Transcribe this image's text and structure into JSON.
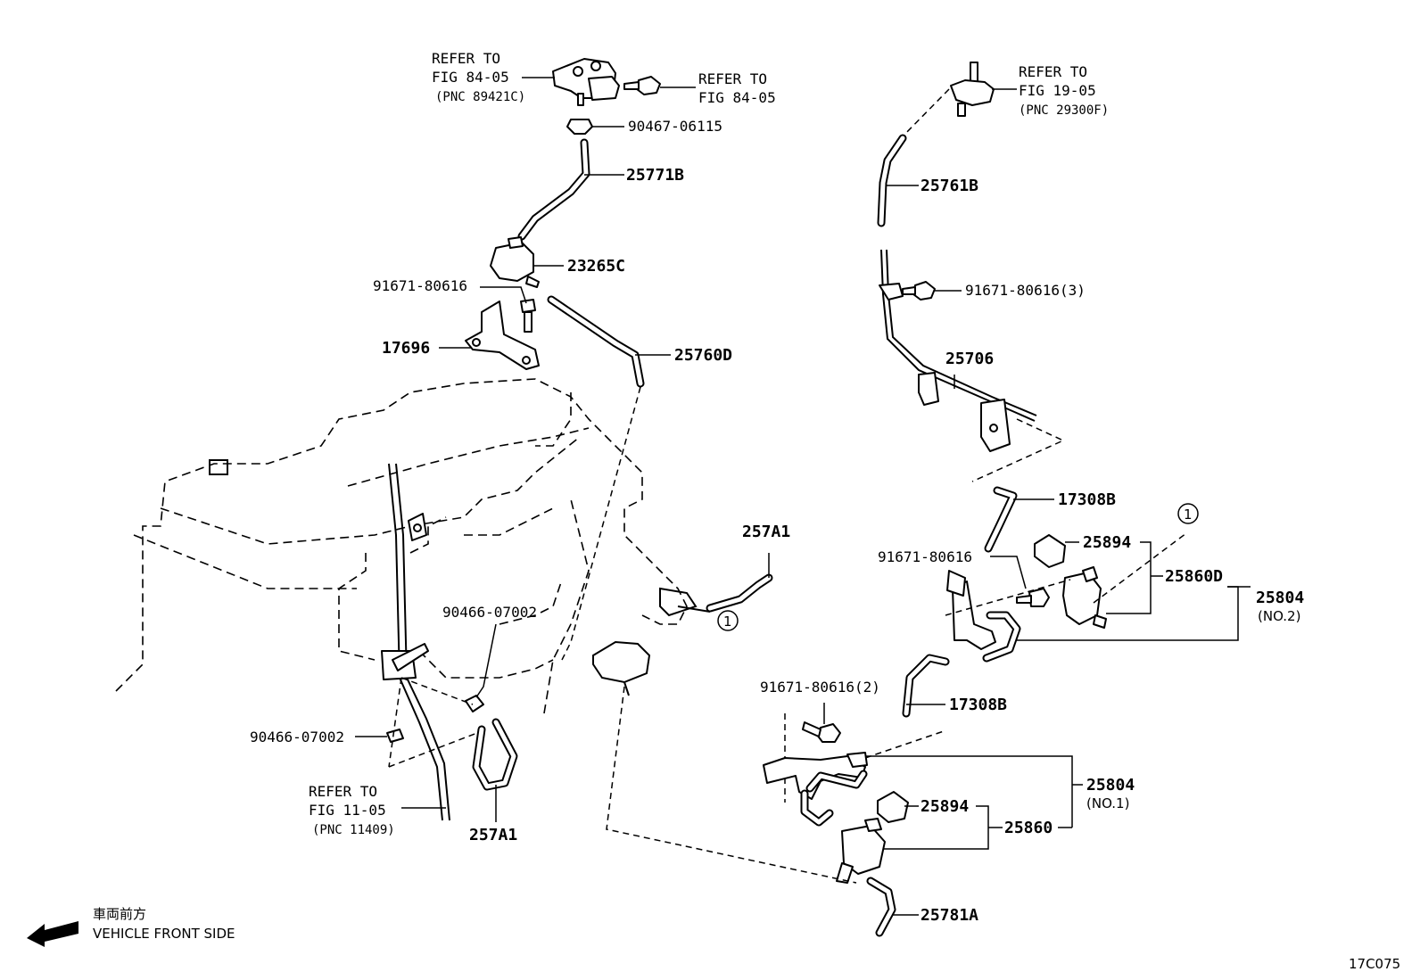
{
  "callouts": {
    "refer_84_05_a": {
      "line1": "REFER TO",
      "line2": "FIG 84-05",
      "pnc": "(PNC 89421C)"
    },
    "refer_84_05_b": {
      "line1": "REFER TO",
      "line2": "FIG 84-05"
    },
    "refer_19_05": {
      "line1": "REFER TO",
      "line2": "FIG 19-05",
      "pnc": "(PNC 29300F)"
    },
    "refer_11_05": {
      "line1": "REFER TO",
      "line2": "FIG 11-05",
      "pnc": "(PNC 11409)"
    }
  },
  "parts": {
    "p90467_06115": "90467-06115",
    "p25771B": "25771B",
    "p23265C": "23265C",
    "p91671_80616_a": "91671-80616",
    "p17696": "17696",
    "p25760D": "25760D",
    "p25761B": "25761B",
    "p91671_80616_3": "91671-80616(3)",
    "p25706": "25706",
    "p17308B_a": "17308B",
    "p25894_a": "25894",
    "p91671_80616_b": "91671-80616",
    "p25860D": "25860D",
    "p25804_no2": "25804",
    "no2": "(NO.2)",
    "p257A1_a": "257A1",
    "p90466_07002_a": "90466-07002",
    "p90466_07002_b": "90466-07002",
    "p257A1_b": "257A1",
    "p91671_80616_2": "91671-80616(2)",
    "p17308B_b": "17308B",
    "p25804_no1": "25804",
    "no1": "(NO.1)",
    "p25894_b": "25894",
    "p25860": "25860",
    "p25781A": "25781A"
  },
  "circle_ref": "1",
  "direction": {
    "japanese": "車両前方",
    "english": "VEHICLE FRONT SIDE"
  },
  "figure_code": "17C075"
}
